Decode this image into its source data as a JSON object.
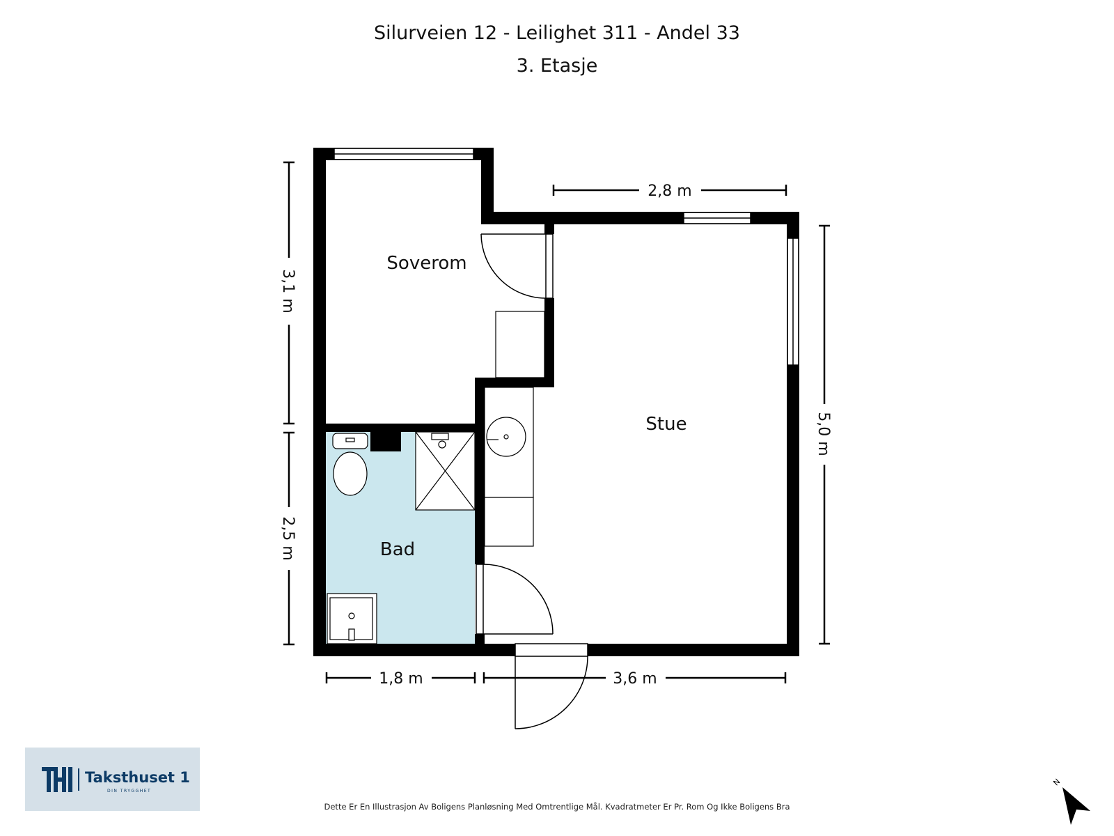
{
  "header": {
    "title": "Silurveien 12 - Leilighet 311 - Andel 33",
    "floor": "3. Etasje"
  },
  "rooms": {
    "bedroom": "Soverom",
    "living": "Stue",
    "bathroom": "Bad"
  },
  "dimensions": {
    "top": "2,8 m",
    "left_upper": "3,1 m",
    "left_lower": "2,5 m",
    "right": "5,0 m",
    "bottom_left": "1,8 m",
    "bottom_right": "3,6 m"
  },
  "colors": {
    "wall": "#000000",
    "bathroom_fill": "#cbe7ee",
    "logo_background": "#d5e0e8",
    "logo_text": "#0d3b66"
  },
  "logo": {
    "name": "Taksthuset 1",
    "tagline": "DIN TRYGGHET",
    "mark": "TH"
  },
  "compass": {
    "label": "N",
    "icon": "north-arrow-icon"
  },
  "footer": {
    "disclaimer": "Dette Er En Illustrasjon Av Boligens Planløsning Med Omtrentlige Mål. Kvadratmeter Er Pr. Rom Og Ikke Boligens Bra"
  }
}
